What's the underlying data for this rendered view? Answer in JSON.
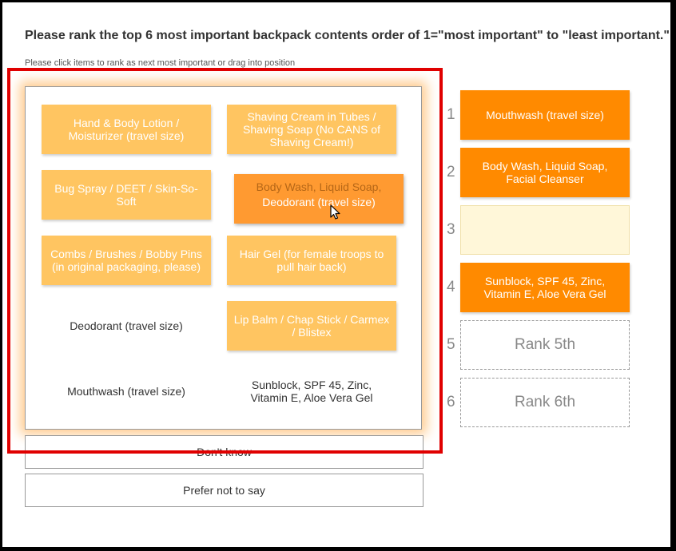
{
  "question": "Please rank the top 6 most important backpack contents order of 1=\"most important\" to \"least important.\"",
  "instruction": "Please click items to rank as next most important or drag into position",
  "pool_items": [
    {
      "label": "Hand & Body Lotion / Moisturizer (travel size)",
      "state": "available"
    },
    {
      "label": "Shaving Cream in Tubes / Shaving Soap (No CANS of Shaving Cream!)",
      "state": "available"
    },
    {
      "label": "Bug Spray / DEET / Skin-So-Soft",
      "state": "available"
    },
    {
      "label": "Body Wash, Liquid Soap,",
      "state": "placeholder"
    },
    {
      "label": "Combs / Brushes / Bobby Pins (in original packaging, please)",
      "state": "available"
    },
    {
      "label": "Hair Gel (for female troops to pull hair back)",
      "state": "available"
    },
    {
      "label": "Deodorant (travel size)",
      "state": "ranked"
    },
    {
      "label": "Lip Balm / Chap Stick / Carmex / Blistex",
      "state": "available"
    },
    {
      "label": "Mouthwash (travel size)",
      "state": "ranked"
    },
    {
      "label": "Sunblock, SPF 45, Zinc, Vitamin E, Aloe Vera Gel",
      "state": "ranked"
    }
  ],
  "dragging_item": {
    "label": "Deodorant (travel size)"
  },
  "options": {
    "dont_know": "Don't know",
    "prefer_not": "Prefer not to say"
  },
  "ranks": [
    {
      "number": "1",
      "label": "Mouthwash (travel size)",
      "state": "filled"
    },
    {
      "number": "2",
      "label": "Body Wash, Liquid Soap, Facial Cleanser",
      "state": "filled"
    },
    {
      "number": "3",
      "label": "",
      "state": "hover"
    },
    {
      "number": "4",
      "label": "Sunblock, SPF 45, Zinc, Vitamin E, Aloe Vera Gel",
      "state": "filled"
    },
    {
      "number": "5",
      "label": "Rank 5th",
      "state": "empty"
    },
    {
      "number": "6",
      "label": "Rank 6th",
      "state": "empty"
    }
  ],
  "colors": {
    "item_available": "#ffc561",
    "item_filled": "#ff8a00",
    "slot_hover": "#fff7d9",
    "highlight": "#e00000"
  }
}
